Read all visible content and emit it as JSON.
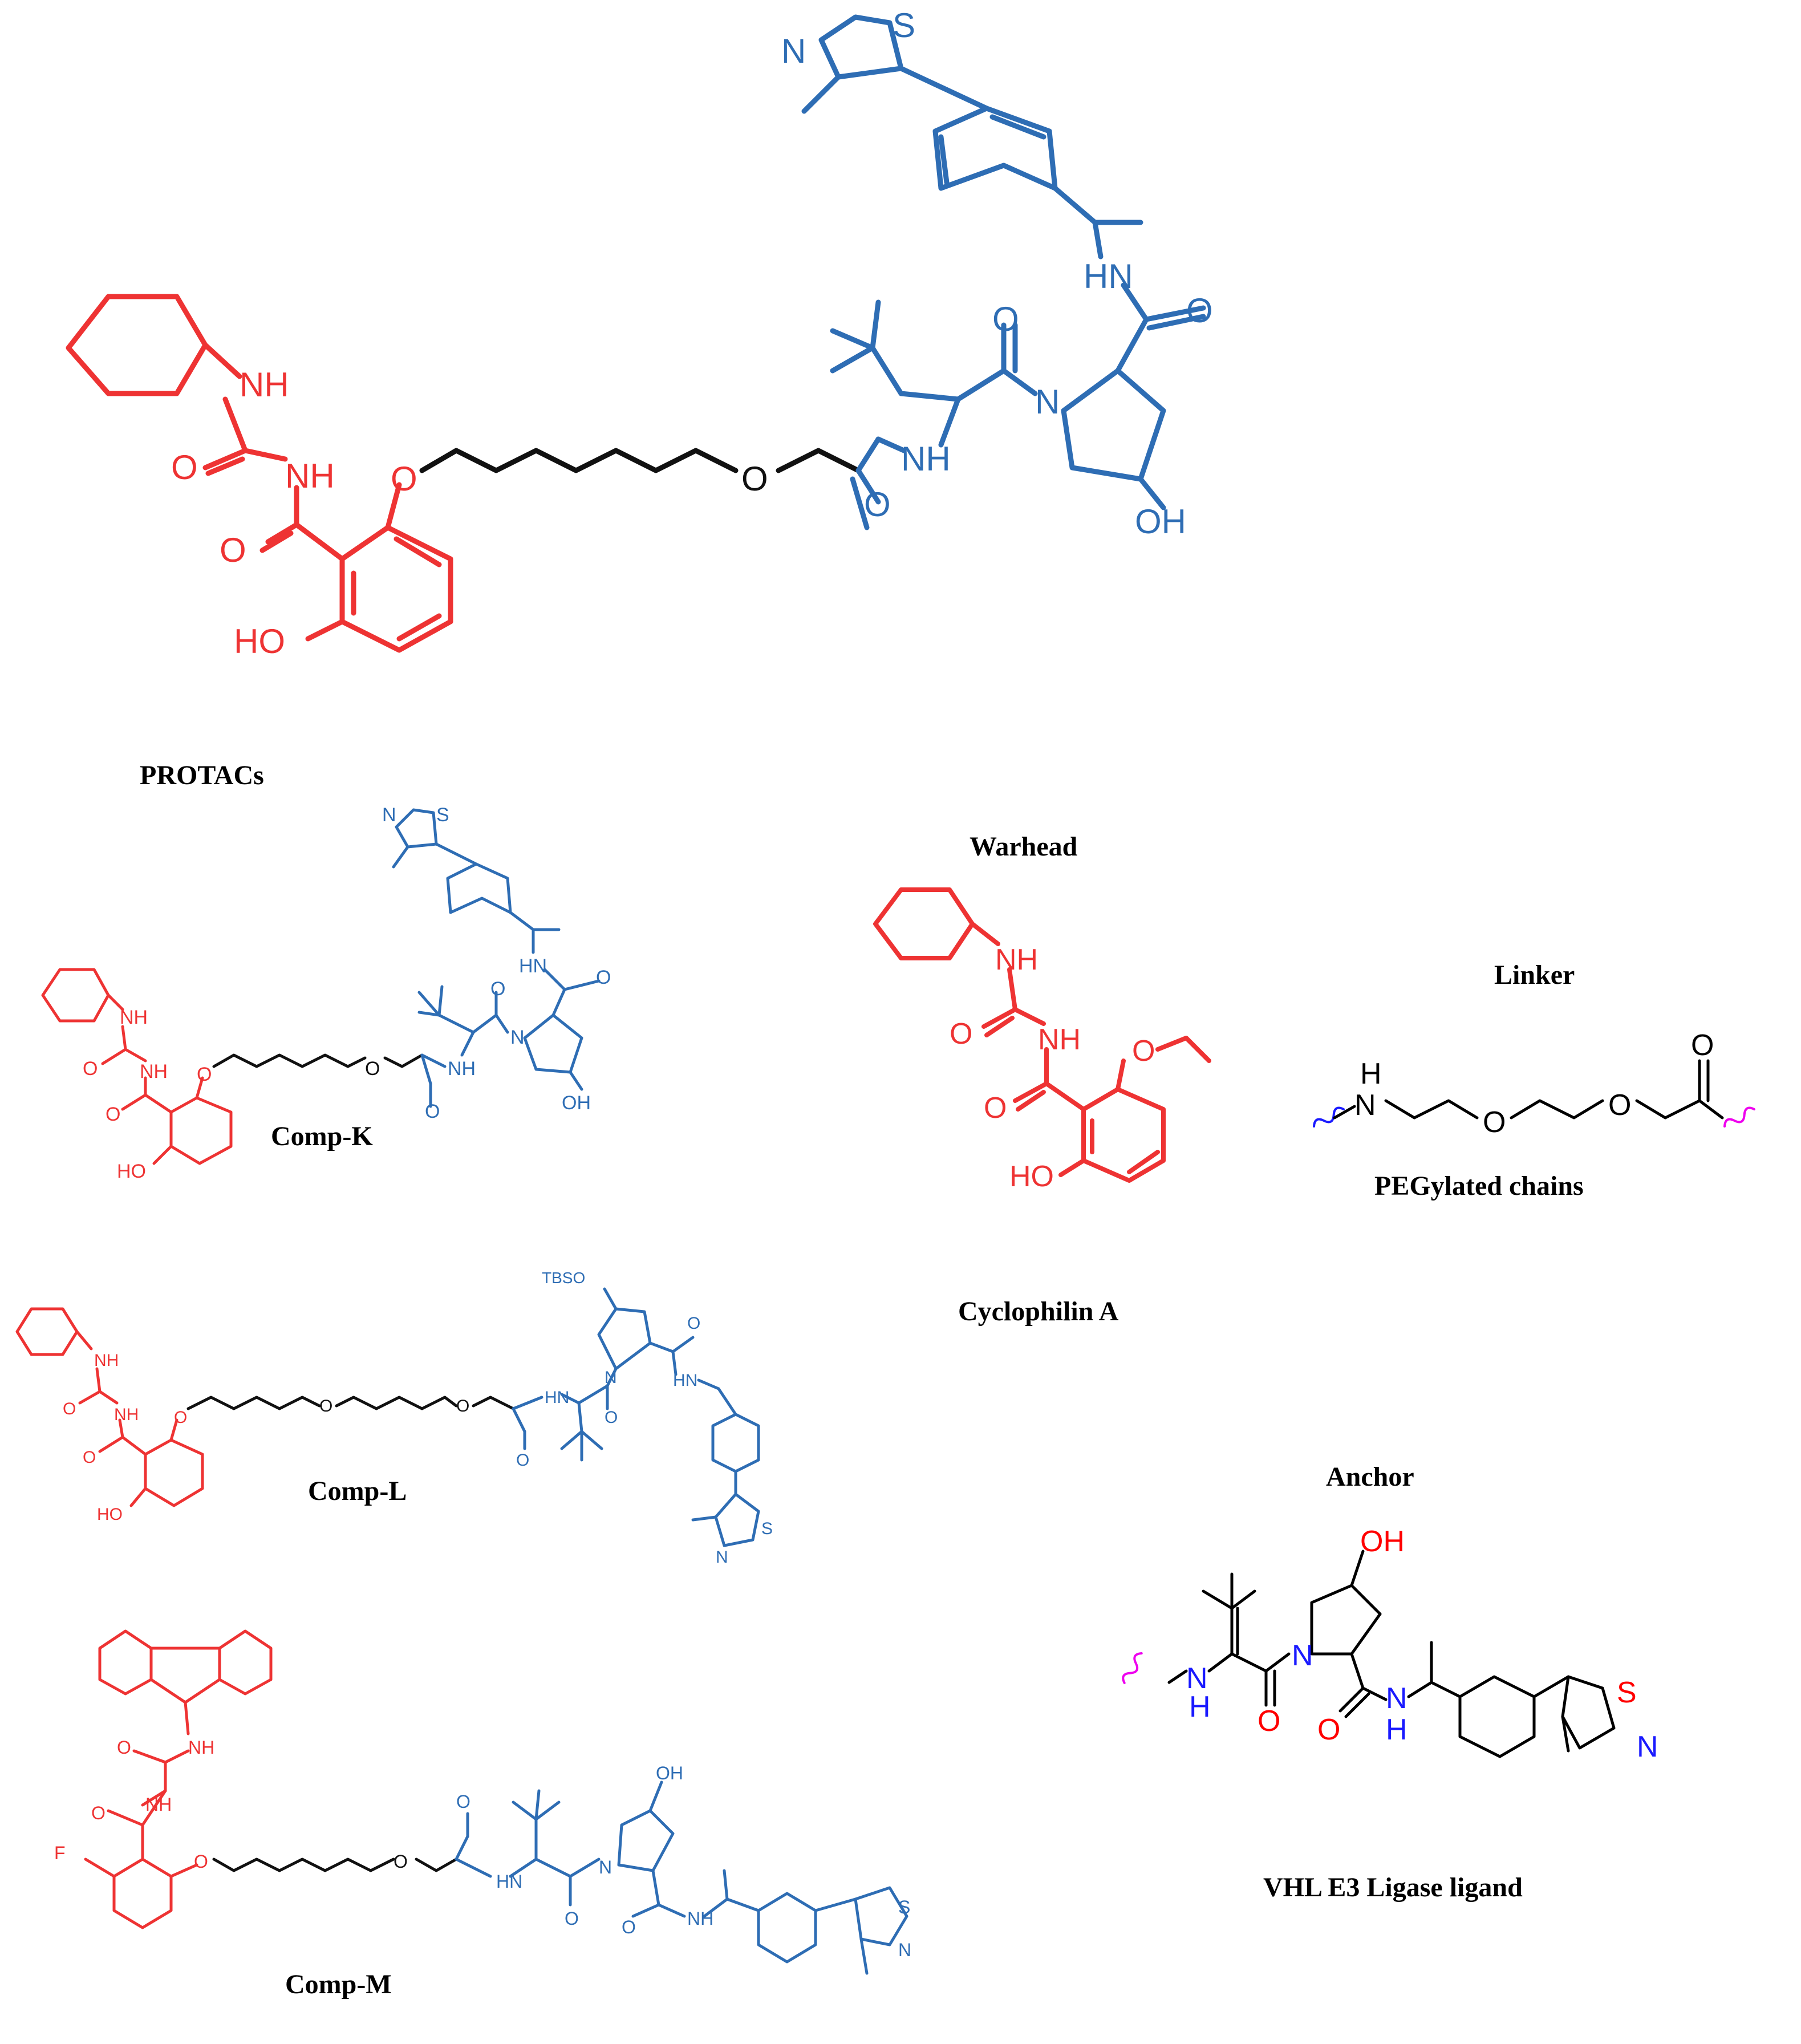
{
  "labels": {
    "protacs": "PROTACs",
    "warhead": "Warhead",
    "linker": "Linker",
    "anchor": "Anchor",
    "cyclophilin": "Cyclophilin A",
    "peg": "PEGylated chains",
    "vhl": "VHL E3 Ligase ligand",
    "comp_k": "Comp-K",
    "comp_l": "Comp-L",
    "comp_m": "Comp-M"
  },
  "atoms": {
    "nh": "NH",
    "hn": "HN",
    "ho": "HO",
    "oh": "OH",
    "o": "O",
    "n": "N",
    "s": "S",
    "h": "H",
    "f": "F",
    "tbso": "TBSO"
  },
  "colors": {
    "warhead": "#ee3333",
    "anchor": "#2e6db4",
    "black": "#000000",
    "n_blue": "#1a1aff",
    "o_red": "#ff0000",
    "wavy_magenta": "#ee00ee"
  }
}
